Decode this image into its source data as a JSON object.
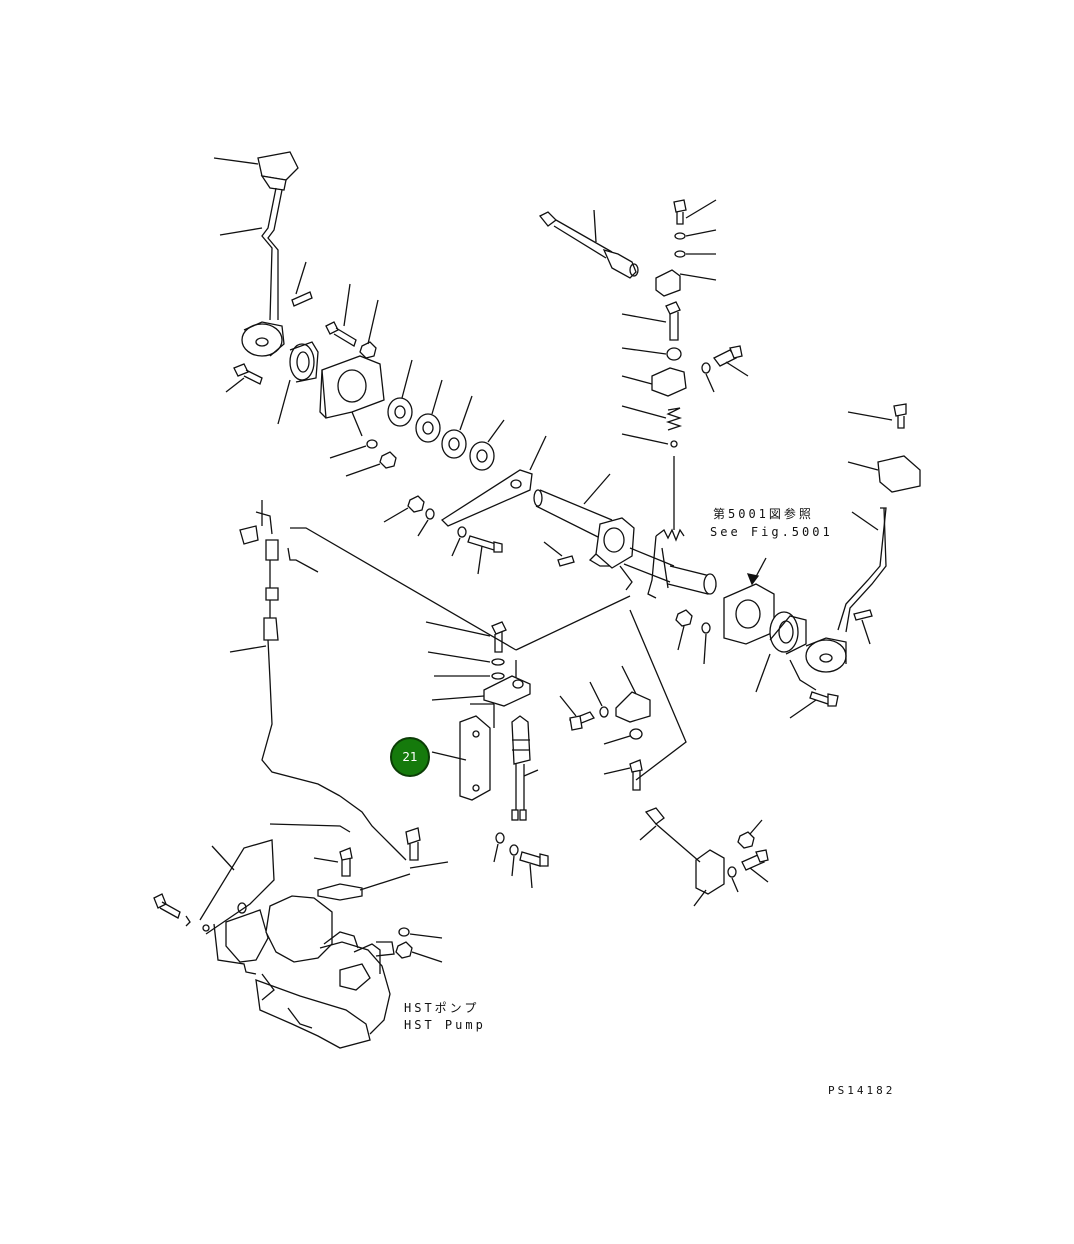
{
  "labels": {
    "fig_ref_jp": "第5001図参照",
    "fig_ref_en": "See Fig.5001",
    "pump_jp": "HSTポンプ",
    "pump_en": "HST Pump",
    "drawing_number": "PS14182"
  },
  "callouts": [
    {
      "number": "21",
      "color": "#157a0c"
    }
  ],
  "icons": [
    "control-lever-left",
    "control-lever-right",
    "cross-shaft",
    "hst-pump",
    "control-cable",
    "bracket",
    "bolt",
    "nut",
    "washer",
    "spring"
  ]
}
